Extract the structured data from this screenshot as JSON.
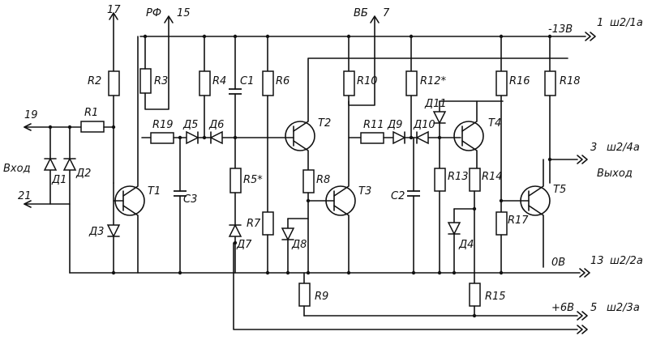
{
  "diagram": {
    "rails": {
      "top": "-13B",
      "ground": "0B",
      "bottom": "+6B"
    },
    "pins": {
      "p17": "17",
      "pRF": "РФ",
      "p15": "15",
      "pVB": "ВБ",
      "p7": "7",
      "p1": "1",
      "p1a": "ш2/1а",
      "p19": "19",
      "p21": "21",
      "p3": "3",
      "p4a": "ш2/4а",
      "p13": "13",
      "p2a": "ш2/2а",
      "p5": "5",
      "p3a": "ш2/3а"
    },
    "io": {
      "input": "Вход",
      "output": "Выход"
    },
    "resistors": [
      "R1",
      "R2",
      "R3",
      "R4",
      "R5*",
      "R6",
      "R7",
      "R8",
      "R9",
      "R10",
      "R11",
      "R12*",
      "R13",
      "R14",
      "R15",
      "R16",
      "R17",
      "R18",
      "R19"
    ],
    "capacitors": [
      "C1",
      "C2",
      "C3"
    ],
    "transistors": [
      "T1",
      "T2",
      "T3",
      "T4",
      "T5"
    ],
    "diodes": [
      "Д1",
      "Д2",
      "Д3",
      "Д4",
      "Д5",
      "Д6",
      "Д7",
      "Д8",
      "Д9",
      "Д10",
      "Д11"
    ]
  }
}
